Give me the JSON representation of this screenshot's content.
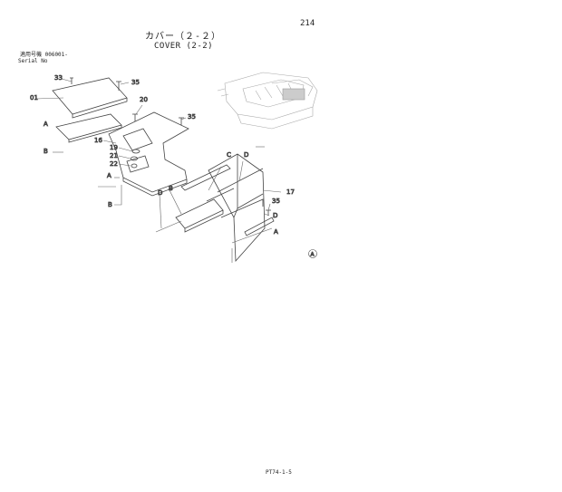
{
  "header": {
    "page_number": "214",
    "title_jp": "カバー（２-２）",
    "title_en": "COVER (2-2)"
  },
  "serial": {
    "label_jp": "適用号機 006001-",
    "label_en": "Serial No"
  },
  "callouts": {
    "n33": "33",
    "n35a": "35",
    "n01": "01",
    "n20": "20",
    "n35b": "35",
    "n16": "16",
    "n19": "19",
    "n21": "21",
    "n22": "22",
    "n17": "17",
    "n35c": "35",
    "a1": "A",
    "b1": "B",
    "a2": "A",
    "b2": "B",
    "c1": "C",
    "d1": "D",
    "d2": "D",
    "b3": "B",
    "d3": "D",
    "a3": "A",
    "circle_a": "A"
  },
  "footer": {
    "code": "PT74-1-5"
  }
}
